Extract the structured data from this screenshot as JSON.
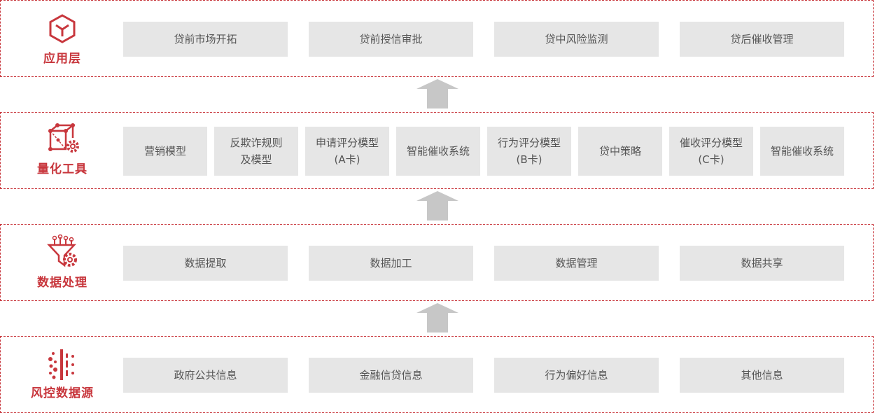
{
  "colors": {
    "accent": "#c8373d",
    "box": "#e6e6e6",
    "text": "#555555",
    "arrow": "#c7c7c7"
  },
  "layers": [
    {
      "id": "application",
      "label": "应用层",
      "icon": "cube-icon",
      "items": [
        "贷前市场开拓",
        "贷前授信审批",
        "贷中风险监测",
        "贷后催收管理"
      ]
    },
    {
      "id": "quant-tools",
      "label": "量化工具",
      "icon": "cube-gear-icon",
      "items": [
        "营销模型",
        "反欺诈规则\n及模型",
        "申请评分模型\n(A卡)",
        "智能催收系统",
        "行为评分模型\n(B卡)",
        "贷中策略",
        "催收评分模型\n(C卡)",
        "智能催收系统"
      ]
    },
    {
      "id": "data-processing",
      "label": "数据处理",
      "icon": "funnel-gear-icon",
      "items": [
        "数据提取",
        "数据加工",
        "数据管理",
        "数据共享"
      ]
    },
    {
      "id": "risk-data-source",
      "label": "风控数据源",
      "icon": "dots-bars-icon",
      "items": [
        "政府公共信息",
        "金融信贷信息",
        "行为偏好信息",
        "其他信息"
      ]
    }
  ]
}
